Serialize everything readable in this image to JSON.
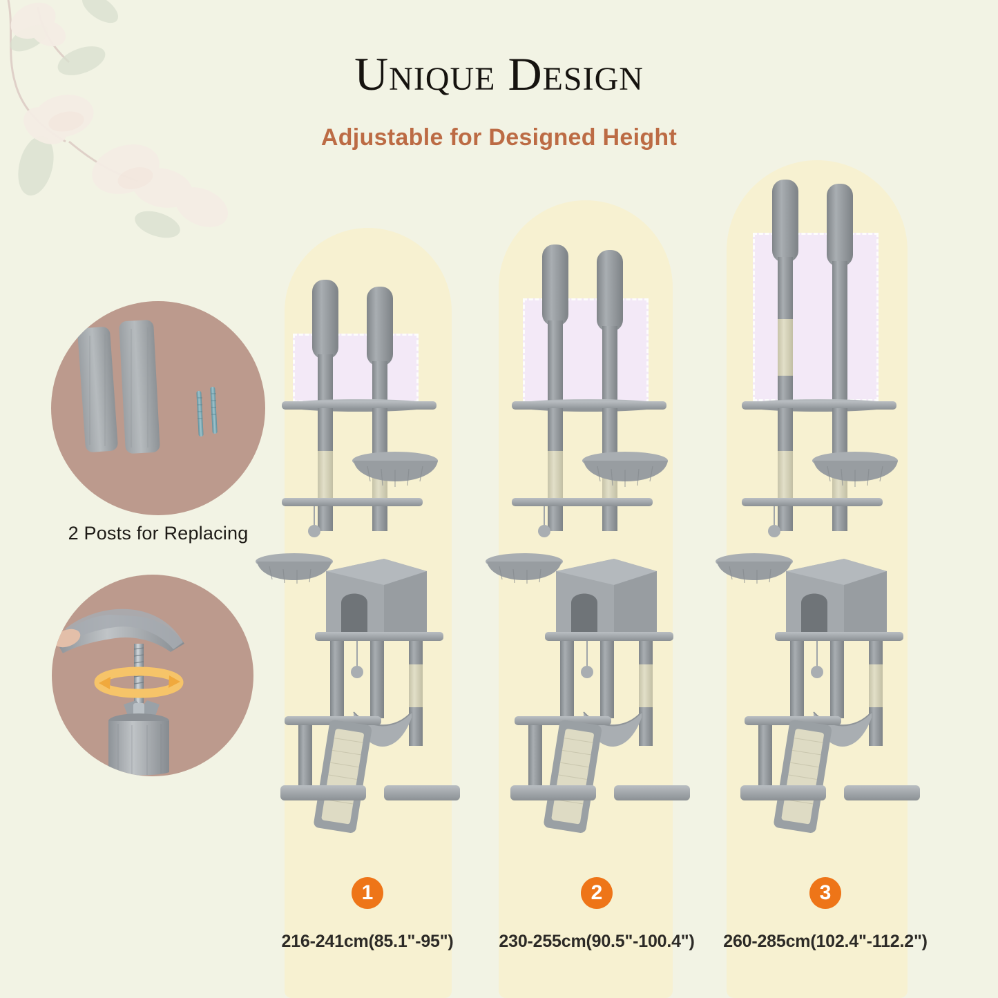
{
  "header": {
    "title": "Unique Design",
    "subtitle": "Adjustable for Designed Height"
  },
  "colors": {
    "page_background": "#f2f3e4",
    "arch_background": "#f7f1d1",
    "accent_orange": "#ee7518",
    "subtitle_brown": "#bc6b44",
    "inset_circle": "#bc9a8d",
    "adjust_zone": "#f3e9f7",
    "plush_grey": "#8e9196",
    "sisal_beige": "#d9d6c0"
  },
  "side_panel": {
    "parts_inset": {
      "icon": "replacement-posts-photo",
      "caption": "2 Posts for Replacing",
      "items": [
        "plush-post-1",
        "plush-post-2",
        "screw-rod-1",
        "screw-rod-2"
      ]
    },
    "assembly_inset": {
      "icon": "screw-assembly-photo",
      "parts": [
        "hand",
        "plush-post-top",
        "threaded-rod",
        "wing-nut",
        "plush-post-base"
      ],
      "rotation_arrow": "circular-rotation-arrow"
    }
  },
  "variants": [
    {
      "badge": "1",
      "caption": "216-241cm(85.1\"-95\")",
      "height_cm": "216-241",
      "height_in": "85.1\"-95\""
    },
    {
      "badge": "2",
      "caption": "230-255cm(90.5\"-100.4\")",
      "height_cm": "230-255",
      "height_in": "90.5\"-100.4\""
    },
    {
      "badge": "3",
      "caption": "260-285cm(102.4\"-112.2\")",
      "height_cm": "260-285",
      "height_in": "102.4\"-112.2\""
    }
  ]
}
